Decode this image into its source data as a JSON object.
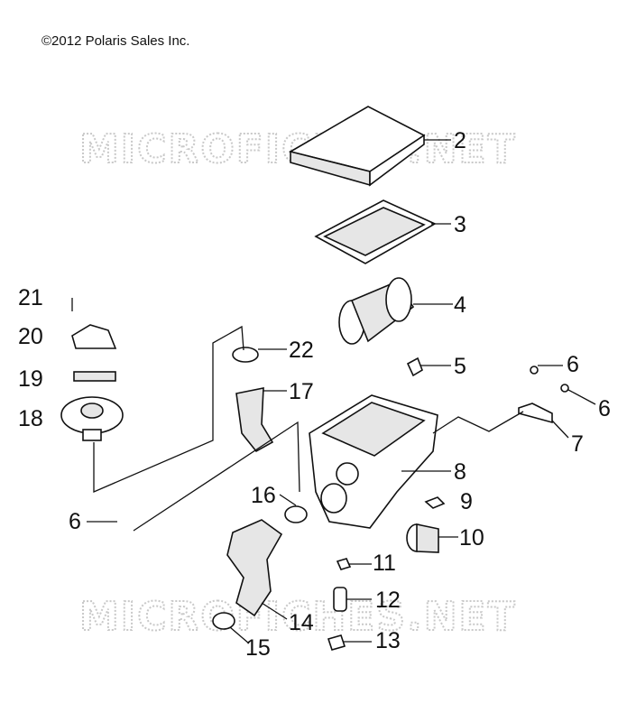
{
  "copyright": "©2012 Polaris Sales Inc.",
  "watermark": "MICROFICHES.NET",
  "callouts": [
    "2",
    "3",
    "4",
    "5",
    "6",
    "6",
    "7",
    "8",
    "9",
    "10",
    "11",
    "12",
    "13",
    "14",
    "15",
    "16",
    "17",
    "18",
    "19",
    "20",
    "21",
    "22",
    "6"
  ]
}
